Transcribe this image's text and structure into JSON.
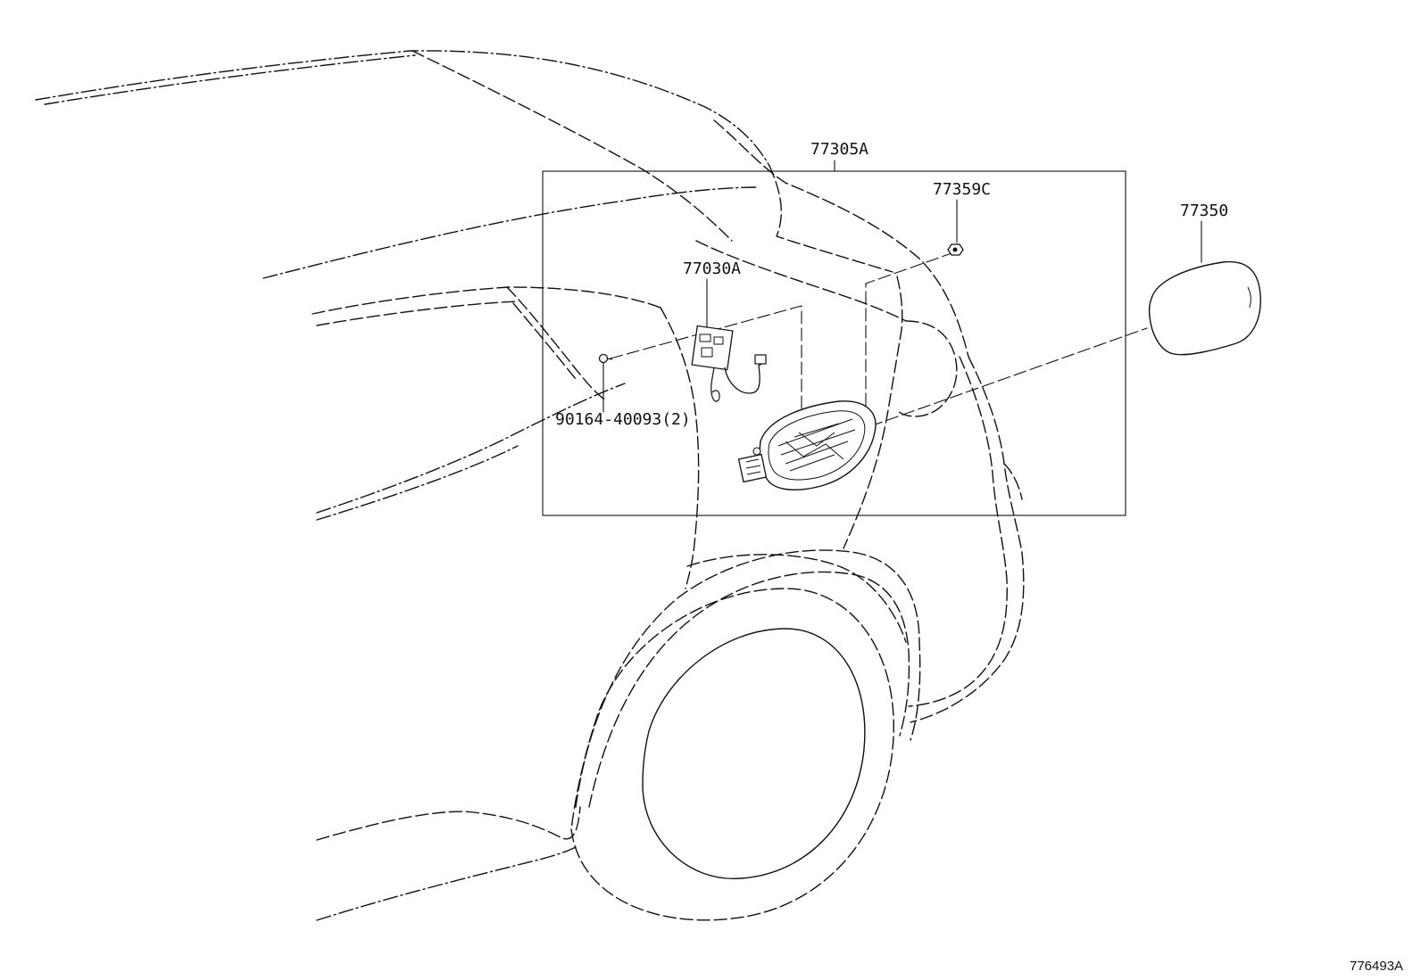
{
  "diagram": {
    "callouts": [
      {
        "id": "assembly",
        "text": "77305A"
      },
      {
        "id": "nut",
        "text": "77359C"
      },
      {
        "id": "lid",
        "text": "77350"
      },
      {
        "id": "opener",
        "text": "77030A"
      },
      {
        "id": "screw",
        "text": "90164-40093(2)"
      }
    ],
    "reference_number": "776493A"
  }
}
